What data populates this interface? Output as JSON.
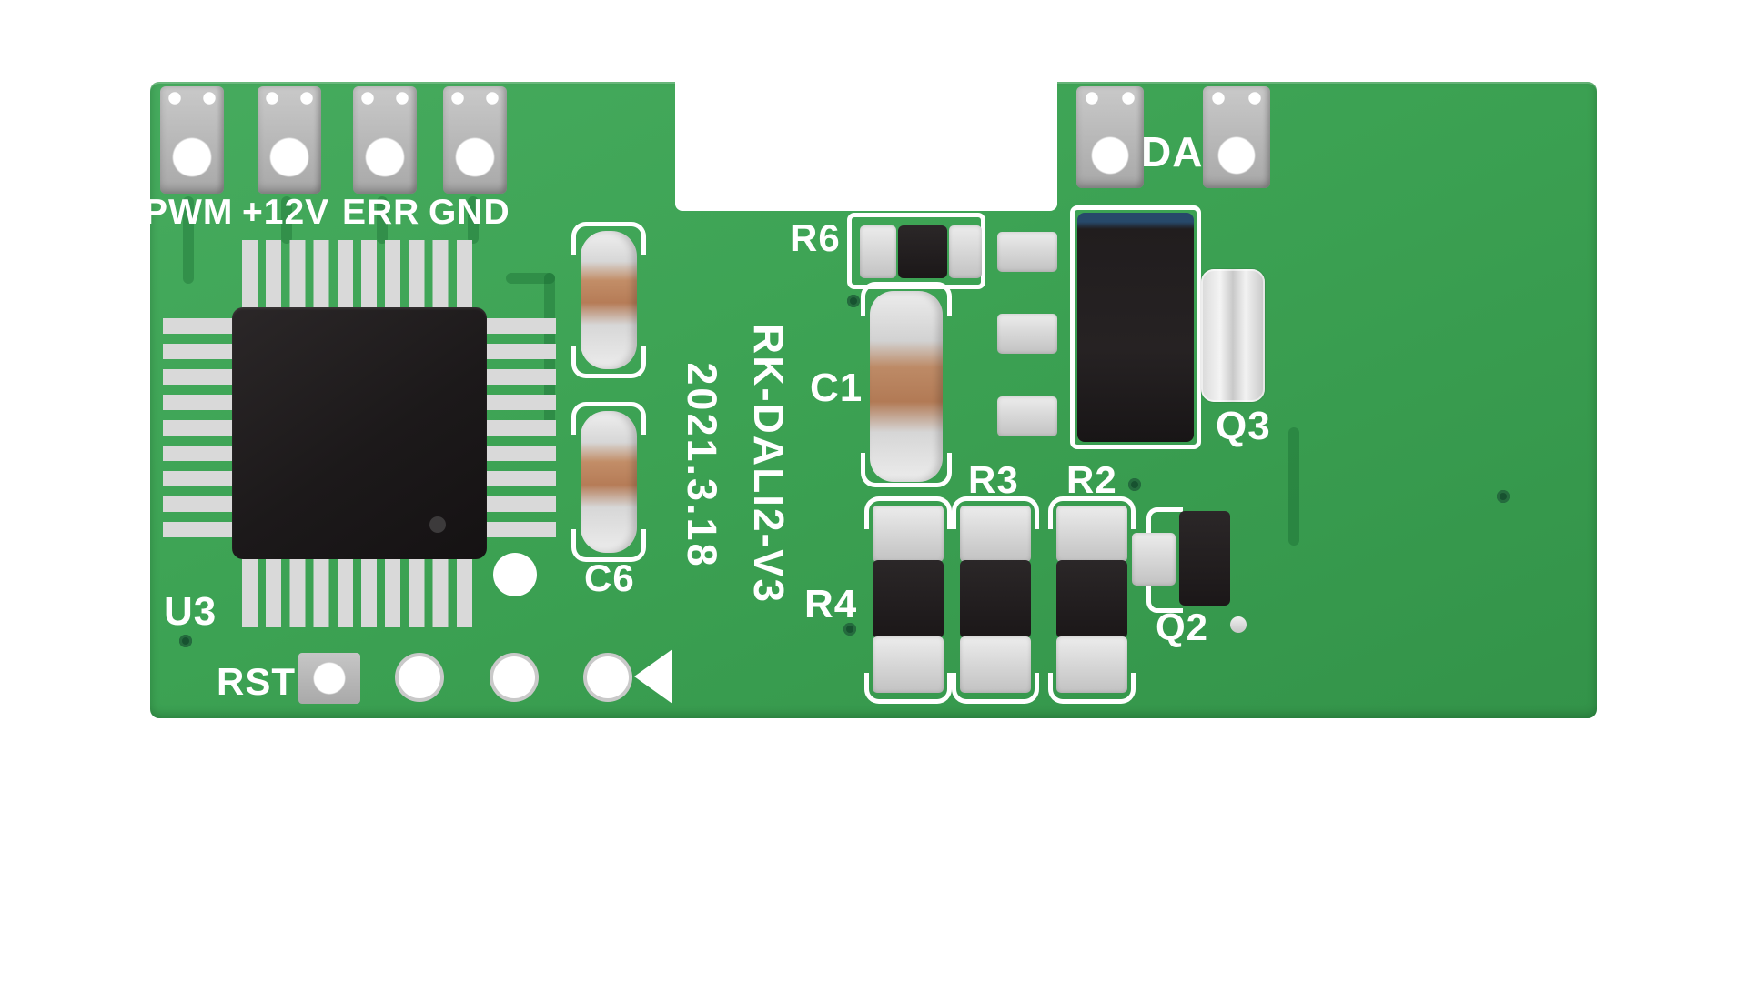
{
  "board": {
    "model": "RK-DALI2-V3",
    "date": "2021.3.18",
    "colors": {
      "pcb_green": "#3ca253",
      "trace_green": "#2e9247",
      "silkscreen_white": "#ffffff",
      "pad_silver": "#d6d6d6",
      "component_black": "#242021",
      "capacitor_tan": "#bd8a66",
      "connector_gray": "#b5b5b5"
    },
    "markers": {
      "arrow_marker": "left-pointing-triangle"
    }
  },
  "labels": {
    "pwm": "PWM",
    "plus12v": "+12V",
    "err": "ERR",
    "gnd": "GND",
    "da": "DA",
    "u3": "U3",
    "rst": "RST",
    "c6": "C6",
    "c1": "C1",
    "r6": "R6",
    "r3": "R3",
    "r2": "R2",
    "r4": "R4",
    "q3": "Q3",
    "q2": "Q2"
  }
}
